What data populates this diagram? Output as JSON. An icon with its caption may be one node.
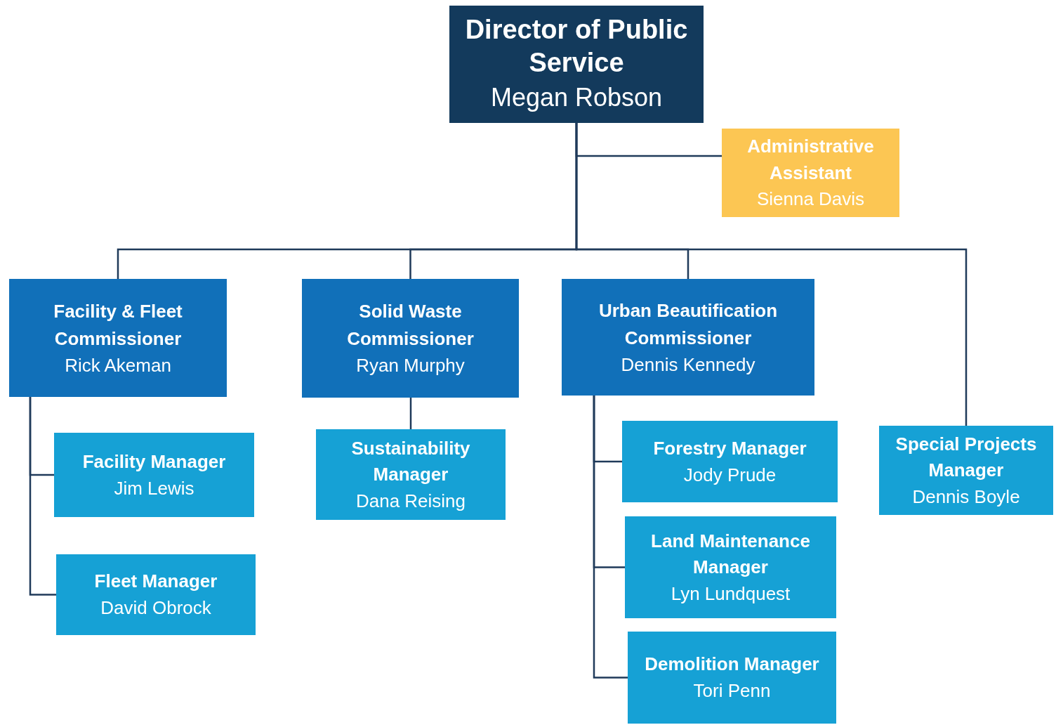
{
  "diagram": {
    "nodes": [
      {
        "text": [
          "Director of Public Service",
          "Megan Robson"
        ]
      },
      {
        "text": [
          "Administrative Assistant",
          "Sienna Davis"
        ]
      },
      {
        "text": [
          "Facility & Fleet Commissioner",
          "Rick Akeman"
        ]
      },
      {
        "text": [
          "Solid Waste Commissioner",
          "Ryan Murphy"
        ]
      },
      {
        "text": [
          "Urban Beautification Commissioner",
          "Dennis Kennedy"
        ]
      },
      {
        "text": [
          "Special Projects Manager",
          "Dennis Boyle"
        ]
      },
      {
        "text": [
          "Facility Manager",
          "Jim Lewis"
        ]
      },
      {
        "text": [
          "Fleet Manager",
          "David Obrock"
        ]
      },
      {
        "text": [
          "Sustainability Manager",
          "Dana Reising"
        ]
      },
      {
        "text": [
          "Forestry Manager",
          "Jody Prude"
        ]
      },
      {
        "text": [
          "Land Maintenance Manager",
          "Lyn Lundquest"
        ]
      },
      {
        "text": [
          "Demolition Manager",
          "Tori Penn"
        ]
      }
    ],
    "edges": [
      {
        "from": 0,
        "to": 1,
        "arrow": "none"
      },
      {
        "from": 0,
        "to": 2,
        "arrow": "none"
      },
      {
        "from": 0,
        "to": 3,
        "arrow": "none"
      },
      {
        "from": 0,
        "to": 4,
        "arrow": "none"
      },
      {
        "from": 0,
        "to": 5,
        "arrow": "none"
      },
      {
        "from": 2,
        "to": 6,
        "arrow": "none"
      },
      {
        "from": 2,
        "to": 7,
        "arrow": "none"
      },
      {
        "from": 3,
        "to": 8,
        "arrow": "none"
      },
      {
        "from": 4,
        "to": 9,
        "arrow": "none"
      },
      {
        "from": 4,
        "to": 10,
        "arrow": "none"
      },
      {
        "from": 4,
        "to": 11,
        "arrow": "none"
      }
    ]
  }
}
